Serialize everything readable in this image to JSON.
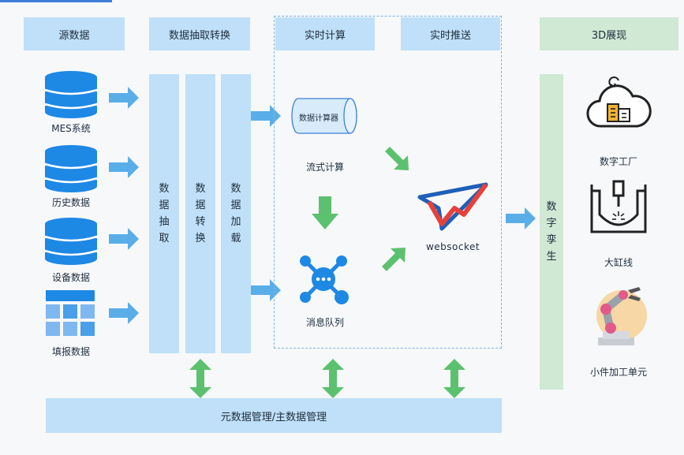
{
  "headers": {
    "source": "源数据",
    "extract_transform": "数据抽取转换",
    "realtime_compute": "实时计算",
    "realtime_push": "实时推送",
    "display_3d": "3D展现"
  },
  "sources": [
    {
      "label": "MES系统",
      "icon": "database-icon"
    },
    {
      "label": "历史数据",
      "icon": "database-icon"
    },
    {
      "label": "设备数据",
      "icon": "database-icon"
    },
    {
      "label": "填报数据",
      "icon": "table-grid-icon"
    }
  ],
  "etl_columns": [
    {
      "chars": [
        "数",
        "据",
        "抽",
        "取"
      ]
    },
    {
      "chars": [
        "数",
        "据",
        "转",
        "换"
      ]
    },
    {
      "chars": [
        "数",
        "据",
        "加",
        "载"
      ]
    }
  ],
  "compute": {
    "calculator_label": "数据计算器",
    "stream_label": "流式计算",
    "queue_label": "消息队列"
  },
  "push": {
    "websocket_label": "websocket"
  },
  "twin_column": {
    "chars": [
      "数",
      "字",
      "孪",
      "生"
    ]
  },
  "display_items": [
    {
      "label": "数字工厂",
      "icon": "digital-factory-icon"
    },
    {
      "label": "大缸线",
      "icon": "cylinder-line-icon"
    },
    {
      "label": "小件加工单元",
      "icon": "robot-arm-icon"
    }
  ],
  "bottom_bar": "元数据管理/主数据管理",
  "colors": {
    "header_blue": "#bfe0f8",
    "header_green": "#cfe9d4",
    "arrow_blue": "#5aaee8",
    "arrow_green": "#5cc16e",
    "icon_blue": "#1e88e5",
    "dashed_border": "#7fb2e6"
  }
}
